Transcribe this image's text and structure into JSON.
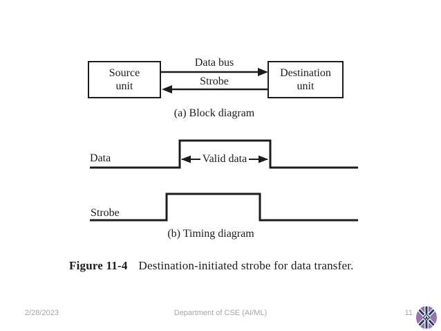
{
  "figure": {
    "ink_color": "#1c1c1c",
    "block": {
      "source_line1": "Source",
      "source_line2": "unit",
      "dest_line1": "Destination",
      "dest_line2": "unit",
      "bus_label": "Data bus",
      "strobe_label": "Strobe",
      "caption": "(a) Block diagram"
    },
    "timing": {
      "data_label": "Data",
      "strobe_label": "Strobe",
      "valid_label": "Valid data",
      "caption": "(b) Timing diagram"
    },
    "caption": {
      "label": "Figure 11-4",
      "text": "Destination-initiated strobe for data transfer."
    }
  },
  "footer": {
    "date": "2/28/2023",
    "department": "Department of CSE (AI/ML)",
    "page_number": "11",
    "text_color": "#a6a6a6",
    "logo": {
      "icon": "institution-logo",
      "petal_color": "#9b72b0",
      "spoke_color": "#203864"
    }
  }
}
